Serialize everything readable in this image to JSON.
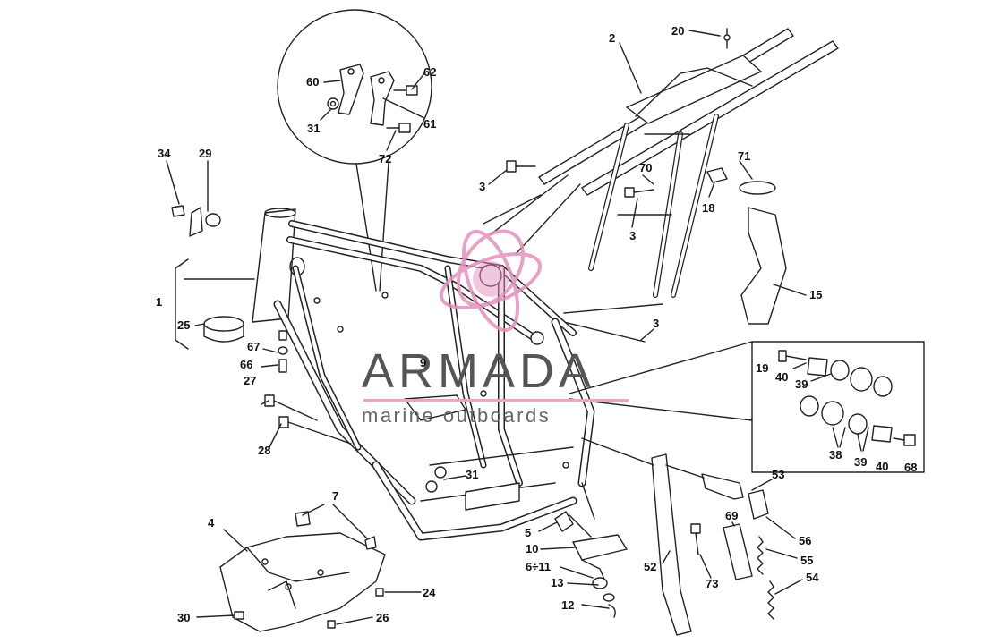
{
  "watermark": {
    "title": "ARMADA",
    "subtitle": "marine outboards",
    "accent_color": "#e391bd",
    "text_color": "#555555"
  },
  "callouts": [
    {
      "id": "c2",
      "label": "2"
    },
    {
      "id": "c20",
      "label": "20"
    },
    {
      "id": "c3a",
      "label": "3"
    },
    {
      "id": "c70",
      "label": "70"
    },
    {
      "id": "c71",
      "label": "71"
    },
    {
      "id": "c18",
      "label": "18"
    },
    {
      "id": "c3b",
      "label": "3"
    },
    {
      "id": "c15",
      "label": "15"
    },
    {
      "id": "c3c",
      "label": "3"
    },
    {
      "id": "c60",
      "label": "60"
    },
    {
      "id": "c62",
      "label": "62"
    },
    {
      "id": "c31a",
      "label": "31"
    },
    {
      "id": "c61",
      "label": "61"
    },
    {
      "id": "c72",
      "label": "72"
    },
    {
      "id": "c34",
      "label": "34"
    },
    {
      "id": "c29",
      "label": "29"
    },
    {
      "id": "c1",
      "label": "1"
    },
    {
      "id": "c25",
      "label": "25"
    },
    {
      "id": "c67",
      "label": "67"
    },
    {
      "id": "c66",
      "label": "66"
    },
    {
      "id": "c27",
      "label": "27"
    },
    {
      "id": "c28",
      "label": "28"
    },
    {
      "id": "c9",
      "label": "9"
    },
    {
      "id": "c31b",
      "label": "31"
    },
    {
      "id": "c19",
      "label": "19"
    },
    {
      "id": "c40a",
      "label": "40"
    },
    {
      "id": "c39a",
      "label": "39"
    },
    {
      "id": "c38",
      "label": "38"
    },
    {
      "id": "c39b",
      "label": "39"
    },
    {
      "id": "c40b",
      "label": "40"
    },
    {
      "id": "c68",
      "label": "68"
    },
    {
      "id": "c7",
      "label": "7"
    },
    {
      "id": "c4",
      "label": "4"
    },
    {
      "id": "c5",
      "label": "5"
    },
    {
      "id": "c10",
      "label": "10"
    },
    {
      "id": "c6_11",
      "label": "6÷11"
    },
    {
      "id": "c13",
      "label": "13"
    },
    {
      "id": "c12",
      "label": "12"
    },
    {
      "id": "c24",
      "label": "24"
    },
    {
      "id": "c26",
      "label": "26"
    },
    {
      "id": "c30",
      "label": "30"
    },
    {
      "id": "c52",
      "label": "52"
    },
    {
      "id": "c73",
      "label": "73"
    },
    {
      "id": "c69",
      "label": "69"
    },
    {
      "id": "c53",
      "label": "53"
    },
    {
      "id": "c56",
      "label": "56"
    },
    {
      "id": "c55",
      "label": "55"
    },
    {
      "id": "c54",
      "label": "54"
    }
  ]
}
